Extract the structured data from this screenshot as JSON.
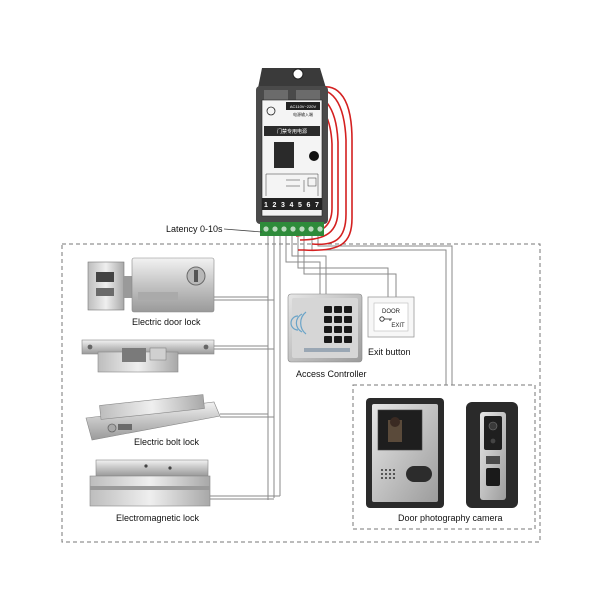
{
  "labels": {
    "latency": "Latency 0-10s",
    "electric_door_lock": "Electric door lock",
    "electric_bolt_lock": "Electric bolt lock",
    "electromagnetic_lock": "Electromagnetic lock",
    "access_controller": "Access Controller",
    "exit_button": "Exit button",
    "door_photography_camera": "Door photography camera"
  },
  "power_supply": {
    "voltage_label": "AC110V~220V",
    "sub_label": "电源输入端",
    "title_label": "门禁专用电源",
    "terminals": [
      "1",
      "2",
      "3",
      "4",
      "5",
      "6",
      "7"
    ]
  },
  "exit_button_face": {
    "top": "DOOR",
    "bottom": "EXIT"
  },
  "colors": {
    "wire_red": "#d42020",
    "wire_gray": "#8a8a8a",
    "dashed_border": "#777777",
    "supply_body": "#4a4a4a"
  }
}
